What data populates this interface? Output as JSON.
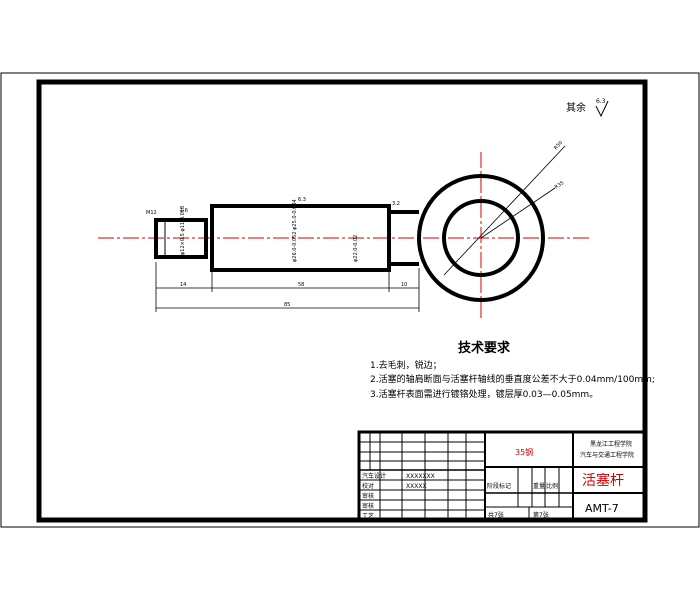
{
  "roughness_note": {
    "label": "其余",
    "value": "6.3"
  },
  "dimensions": {
    "d_radius_large": "R50",
    "d_radius_small": "R35",
    "roughness_1": "1.6",
    "roughness_2": "6.3",
    "roughness_3": "3.2",
    "thread": "M12",
    "dia_left": "φ12×0.5\nφ11-0.018",
    "dia_mid": "φ26.0-0.052\nφ25.0-0.084",
    "dia_right": "φ22.0-0.02",
    "len_14": "14",
    "len_58": "58",
    "len_10": "10",
    "len_85": "85"
  },
  "requirements": {
    "title": "技术要求",
    "item1": "1.去毛刺，锐边；",
    "item2": "2.活塞的轴肩断面与活塞杆轴线的垂直度公差不大于0.04mm/100mm;",
    "item3": "3.活塞杆表面需进行镀铬处理，镀层厚0.03—0.05mm。"
  },
  "title_block": {
    "material": "35钢",
    "school_line1": "黑龙江工程学院",
    "school_line2": "汽车与交通工程学院",
    "part_name": "活塞杆",
    "drawing_no": "AMT-7",
    "designer_label": "汽车设计",
    "designer_value": "XXXXXXX",
    "check_label": "审核",
    "audit_label": "审核",
    "process_label": "工艺",
    "row_label_1": "校对",
    "row_value_1": "XXXXX",
    "stage_label": "阶段标记",
    "weight_label": "重量",
    "scale_label": "比例",
    "sheets": "共7张",
    "sheet_no": "第7张"
  }
}
